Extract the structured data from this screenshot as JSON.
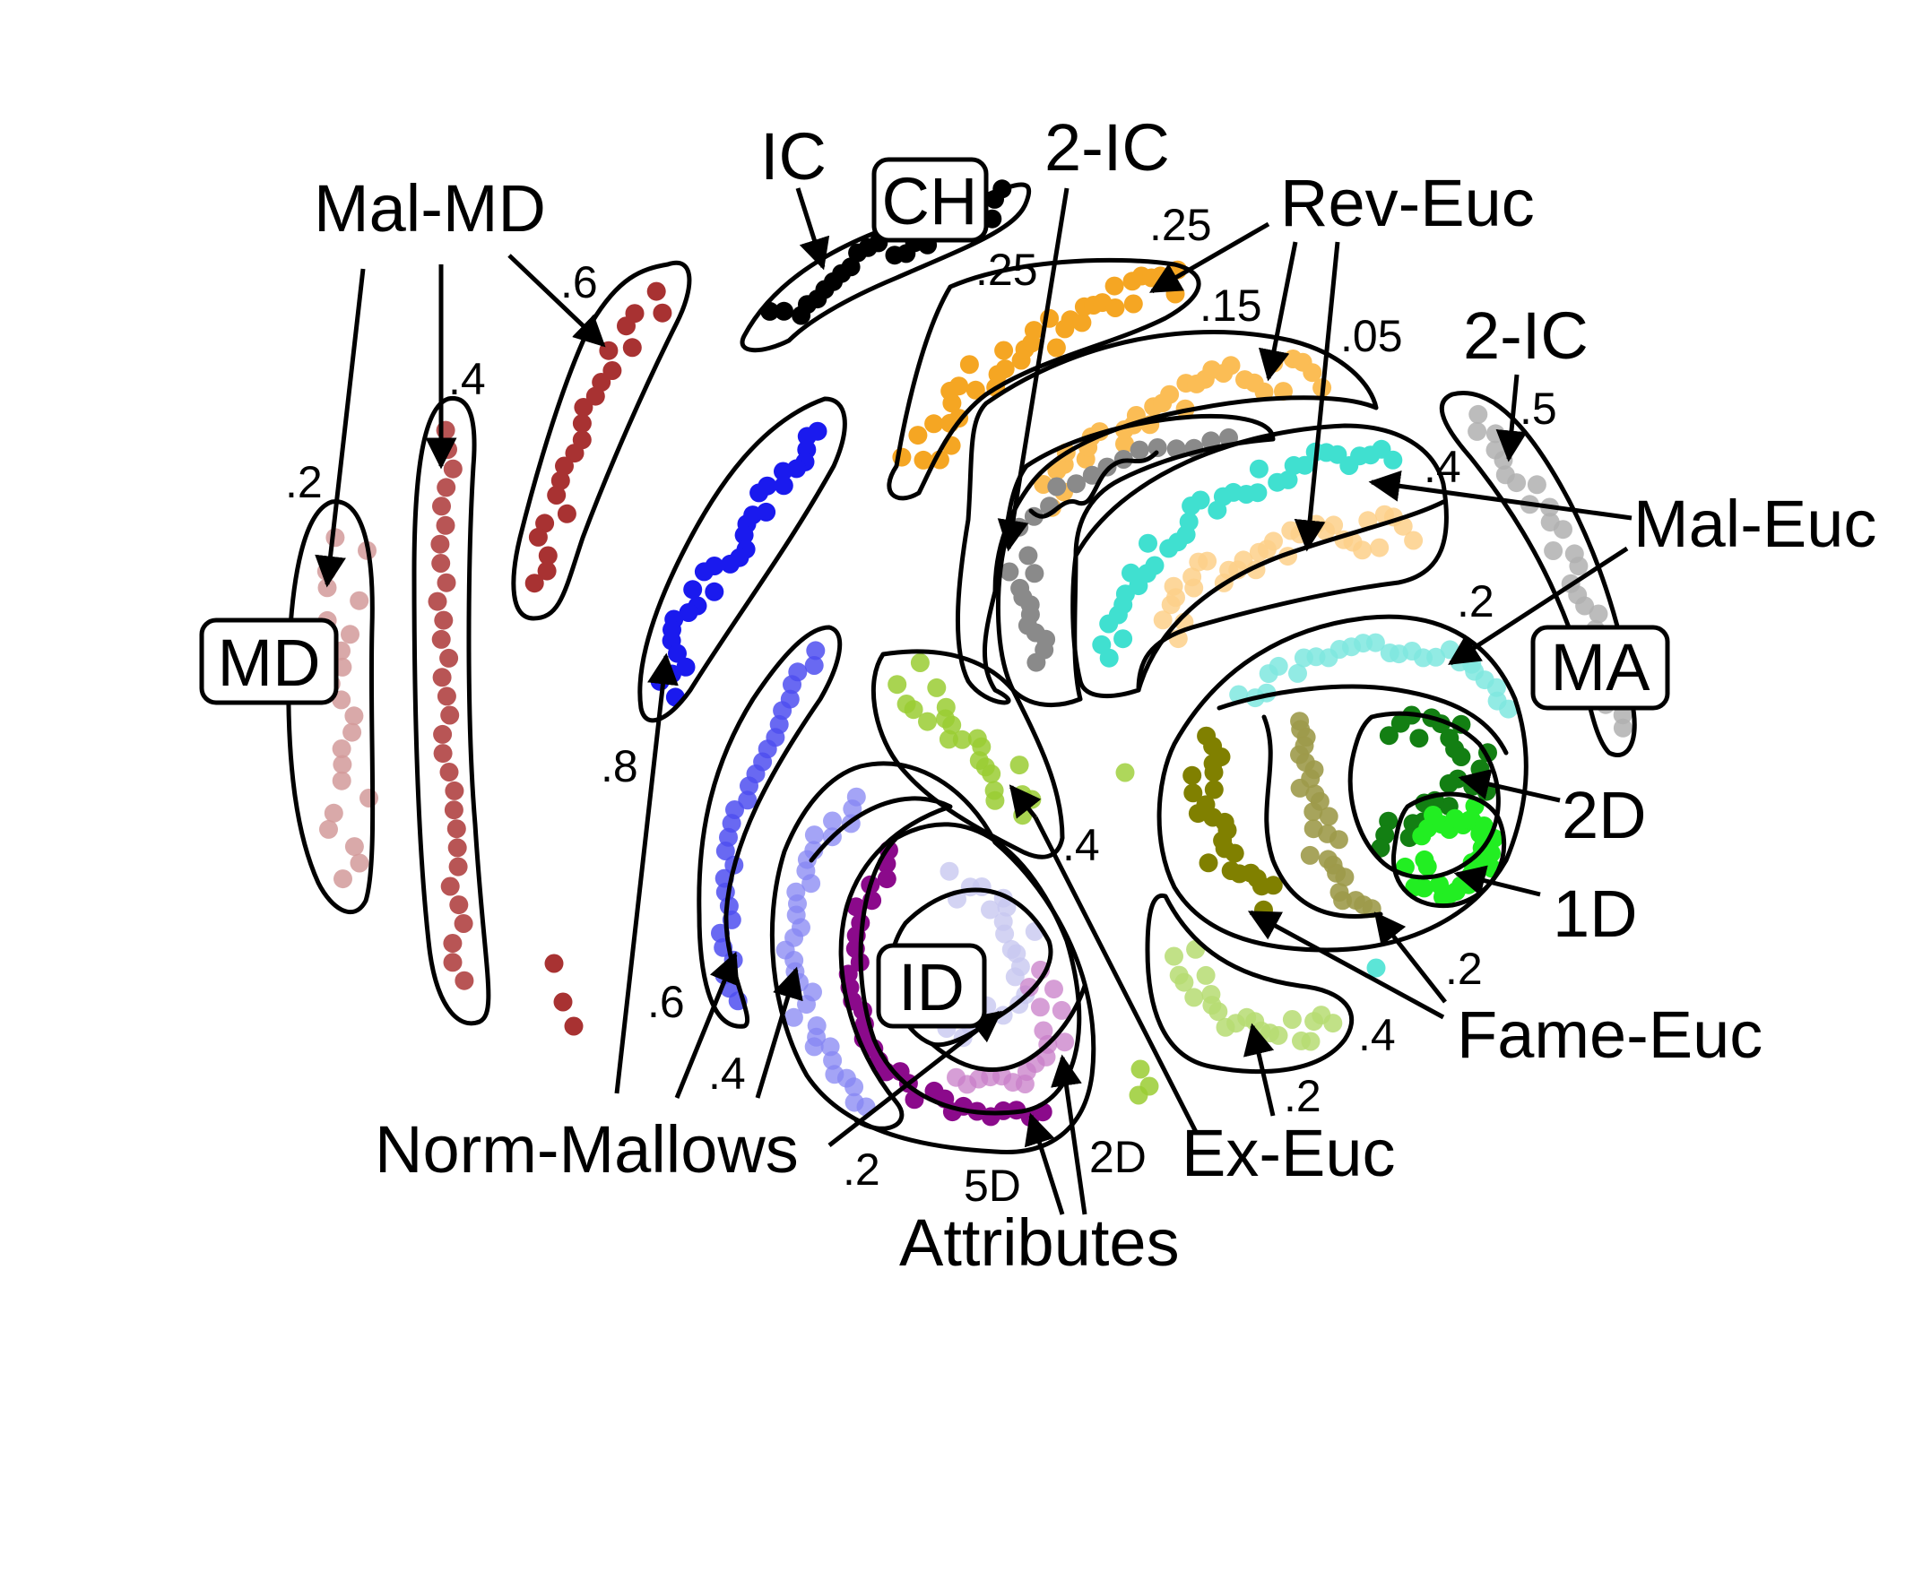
{
  "boxed_labels": {
    "md": "MD",
    "ch": "CH",
    "ma": "MA",
    "id": "ID"
  },
  "labels": {
    "mal_md": "Mal-MD",
    "ic": "IC",
    "two_ic_top": "2-IC",
    "rev_euc": "Rev-Euc",
    "two_ic_right": "2-IC",
    "mal_euc": "Mal-Euc",
    "two_d_right": "2D",
    "one_d": "1D",
    "fame_euc": "Fame-Euc",
    "ex_euc": "Ex-Euc",
    "norm_mallows": "Norm-Mallows",
    "attributes": "Attributes"
  },
  "param_labels": {
    "md_02": ".2",
    "md_04": ".4",
    "md_06": ".6",
    "ic_025": ".25",
    "rev_025": ".25",
    "rev_015": ".15",
    "rev_005": ".05",
    "two_ic_05": ".5",
    "mal_euc_04": ".4",
    "mal_euc_02": ".2",
    "norm_08": ".8",
    "norm_06": ".6",
    "norm_04": ".4",
    "norm_02": ".2",
    "ex_04_top": ".4",
    "ex_04_bottom": ".4",
    "ex_02": ".2",
    "fame_02": ".2",
    "attr_5d": "5D",
    "attr_2d": "2D"
  },
  "colors": {
    "md_02": "#d29a9a",
    "md_04": "#b85555",
    "md_06": "#a83232",
    "ic": "#000000",
    "two_ic": "#a9a9a9",
    "two_ic_dark": "#8a8a8a",
    "rev_025": "#f5a623",
    "rev_015": "#fbbd55",
    "rev_005": "#fdd08a",
    "mal_euc_04": "#40e0d0",
    "mal_euc_02": "#7fe8df",
    "ma": "#b0b0b0",
    "norm_08": "#1a1aee",
    "norm_06": "#4f4ff0",
    "norm_04": "#8585f3",
    "norm_02": "#b8b8f6",
    "ex_04": "#9acd32",
    "ex_02": "#b6dc72",
    "fame": "#808000",
    "fame_02": "#9d9a4a",
    "two_d": "#137f13",
    "one_d": "#22ee22",
    "attr_5d": "#8b0a8b",
    "attr_2d": "#c87ec8",
    "id": "#c8c8f0",
    "outline": "#000000"
  }
}
